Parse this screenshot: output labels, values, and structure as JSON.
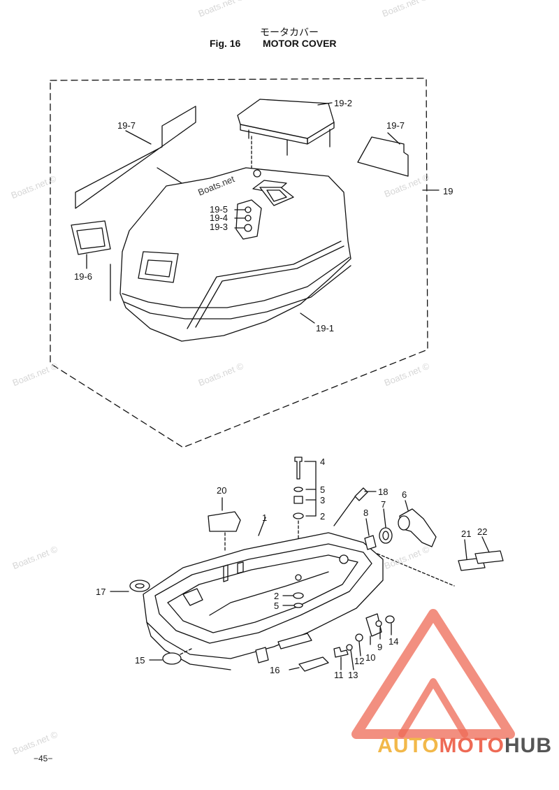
{
  "header": {
    "japanese_title": "モータカバー",
    "fig_label": "Fig. 16",
    "title": "MOTOR COVER"
  },
  "callouts": {
    "c19_2": "19-2",
    "c19_7a": "19-7",
    "c19_7b": "19-7",
    "c19": "19",
    "c19_5": "19-5",
    "c19_4": "19-4",
    "c19_3": "19-3",
    "c19_6": "19-6",
    "c19_1": "19-1",
    "c4": "4",
    "c5a": "5",
    "c3": "3",
    "c2a": "2",
    "c18": "18",
    "c20": "20",
    "c1": "1",
    "c7": "7",
    "c6": "6",
    "c8": "8",
    "c21": "21",
    "c22": "22",
    "c2b": "2",
    "c5b": "5",
    "c17": "17",
    "c15": "15",
    "c16": "16",
    "c11": "11",
    "c13": "13",
    "c12": "12",
    "c10": "10",
    "c9": "9",
    "c14": "14"
  },
  "watermarks": [
    "Boats.net ©",
    "Boats.net ©",
    "Boats.net ©",
    "Boats.net",
    "Boats.net ©",
    "Boats.net ©",
    "Boats.net ©",
    "Boats.net ©",
    "Boats.net ©",
    "Boats.net ©",
    "Boats.net ©"
  ],
  "page_number": "−45−",
  "logo": {
    "part1": "AUTO",
    "part2": "MOTO",
    "part3": "HUB"
  },
  "colors": {
    "line": "#111111",
    "logo_orange": "#f2b84a",
    "logo_red": "#ee6a55",
    "logo_gray": "#555555",
    "watermark": "#d6d6d6"
  }
}
